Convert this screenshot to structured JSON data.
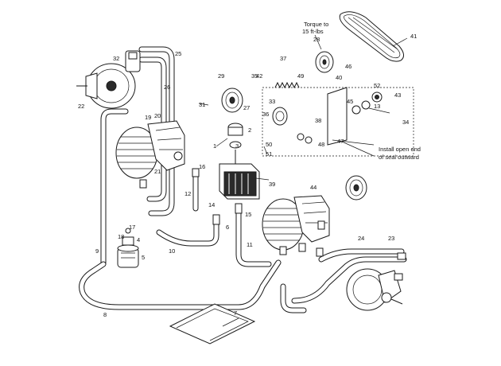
{
  "notes": {
    "torque_line1": "Torque to",
    "torque_line2": "15 ft-lbs",
    "seal_line1": "Install open end",
    "seal_line2": "of seal outward"
  },
  "callouts": [
    "1",
    "2",
    "3",
    "4",
    "5",
    "6",
    "7",
    "8",
    "9",
    "10",
    "11",
    "12",
    "13",
    "14",
    "15",
    "16",
    "17",
    "18",
    "19",
    "20",
    "21",
    "22",
    "23",
    "24",
    "25",
    "26",
    "27",
    "28",
    "29",
    "31",
    "32",
    "33",
    "34",
    "35",
    "36",
    "37",
    "38",
    "39",
    "40",
    "41",
    "42",
    "43",
    "44",
    "45",
    "46",
    "47",
    "48",
    "49",
    "50",
    "51",
    "52"
  ]
}
